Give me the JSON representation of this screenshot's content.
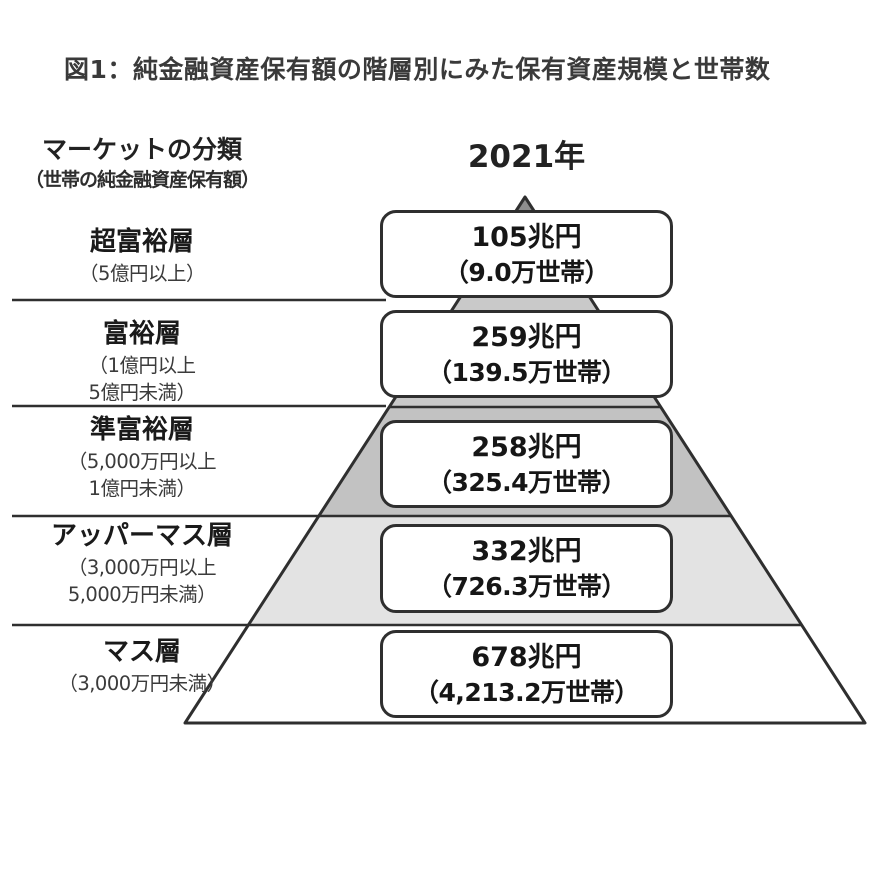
{
  "title": "図1：純金融資産保有額の階層別にみた保有資産規模と世帯数",
  "header": {
    "market_label": "マーケットの分類",
    "market_sublabel": "（世帯の純金融資産保有額）",
    "year": "2021年"
  },
  "tiers": [
    {
      "name": "超富裕層",
      "range": [
        "（5億円以上）"
      ],
      "amount": "105兆円",
      "households": "（9.0万世帯）"
    },
    {
      "name": "富裕層",
      "range": [
        "（1億円以上",
        "5億円未満）"
      ],
      "amount": "259兆円",
      "households": "（139.5万世帯）"
    },
    {
      "name": "準富裕層",
      "range": [
        "（5,000万円以上",
        "1億円未満）"
      ],
      "amount": "258兆円",
      "households": "（325.4万世帯）"
    },
    {
      "name": "アッパーマス層",
      "range": [
        "（3,000万円以上",
        "5,000万円未満）"
      ],
      "amount": "332兆円",
      "households": "（726.3万世帯）"
    },
    {
      "name": "マス層",
      "range": [
        "（3,000万円未満）"
      ],
      "amount": "678兆円",
      "households": "（4,213.2万世帯）"
    }
  ],
  "colors": {
    "stroke": "#2f2f2f",
    "apex_gray": "#8e8e8e",
    "upper_band_gray": "#c9c9c9",
    "tier3_gray": "#c2c2c2",
    "tier4_gray": "#e3e3e3",
    "background": "#ffffff"
  },
  "chart_data": {
    "type": "pyramid",
    "title": "図1：純金融資産保有額の階層別にみた保有資産規模と世帯数",
    "year": "2021年",
    "categories": [
      "超富裕層",
      "富裕層",
      "準富裕層",
      "アッパーマス層",
      "マス層"
    ],
    "asset_ranges": [
      "5億円以上",
      "1億円以上5億円未満",
      "5,000万円以上1億円未満",
      "3,000万円以上5,000万円未満",
      "3,000万円未満"
    ],
    "series": [
      {
        "name": "保有資産規模（兆円）",
        "values": [
          105,
          259,
          258,
          332,
          678
        ]
      },
      {
        "name": "世帯数（万世帯）",
        "values": [
          9.0,
          139.5,
          325.4,
          726.3,
          4213.2
        ]
      }
    ],
    "legend_position": "none",
    "grid": false
  }
}
